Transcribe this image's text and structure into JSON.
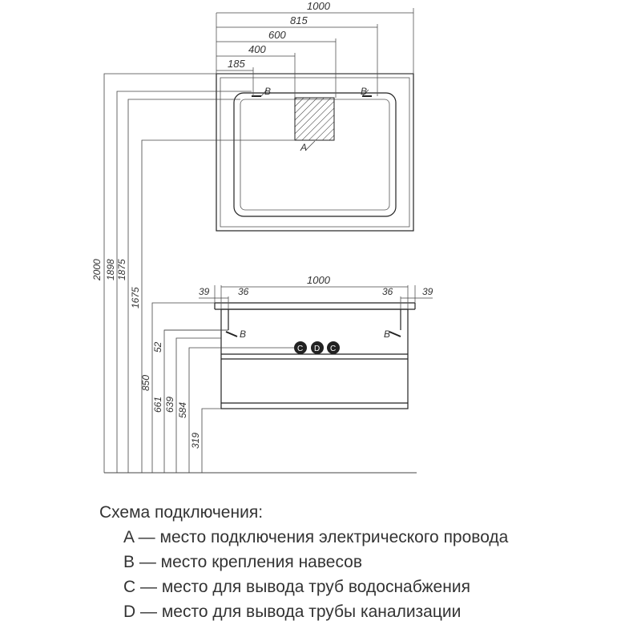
{
  "mirror_dims": {
    "w1000": "1000",
    "w815": "815",
    "w600": "600",
    "w400": "400",
    "w185": "185"
  },
  "cabinet_dims": {
    "top_left_39": "39",
    "top_left_36": "36",
    "top_width": "1000",
    "top_right_36": "36",
    "top_right_39": "39",
    "gap_52": "52"
  },
  "height_dims": {
    "h2000": "2000",
    "h1898": "1898",
    "h1875": "1875",
    "h1675": "1675",
    "h850": "850",
    "h661": "661",
    "h639": "639",
    "h584": "584",
    "h319": "319"
  },
  "markers": {
    "a": "A",
    "b": "B",
    "c": "C",
    "d": "D"
  },
  "legend": {
    "title": "Схема подключения:",
    "items": [
      "A — место подключения электрического провода",
      "B — место крепления навесов",
      "C — место для вывода труб водоснабжения",
      "D — место для вывода трубы канализации"
    ]
  }
}
